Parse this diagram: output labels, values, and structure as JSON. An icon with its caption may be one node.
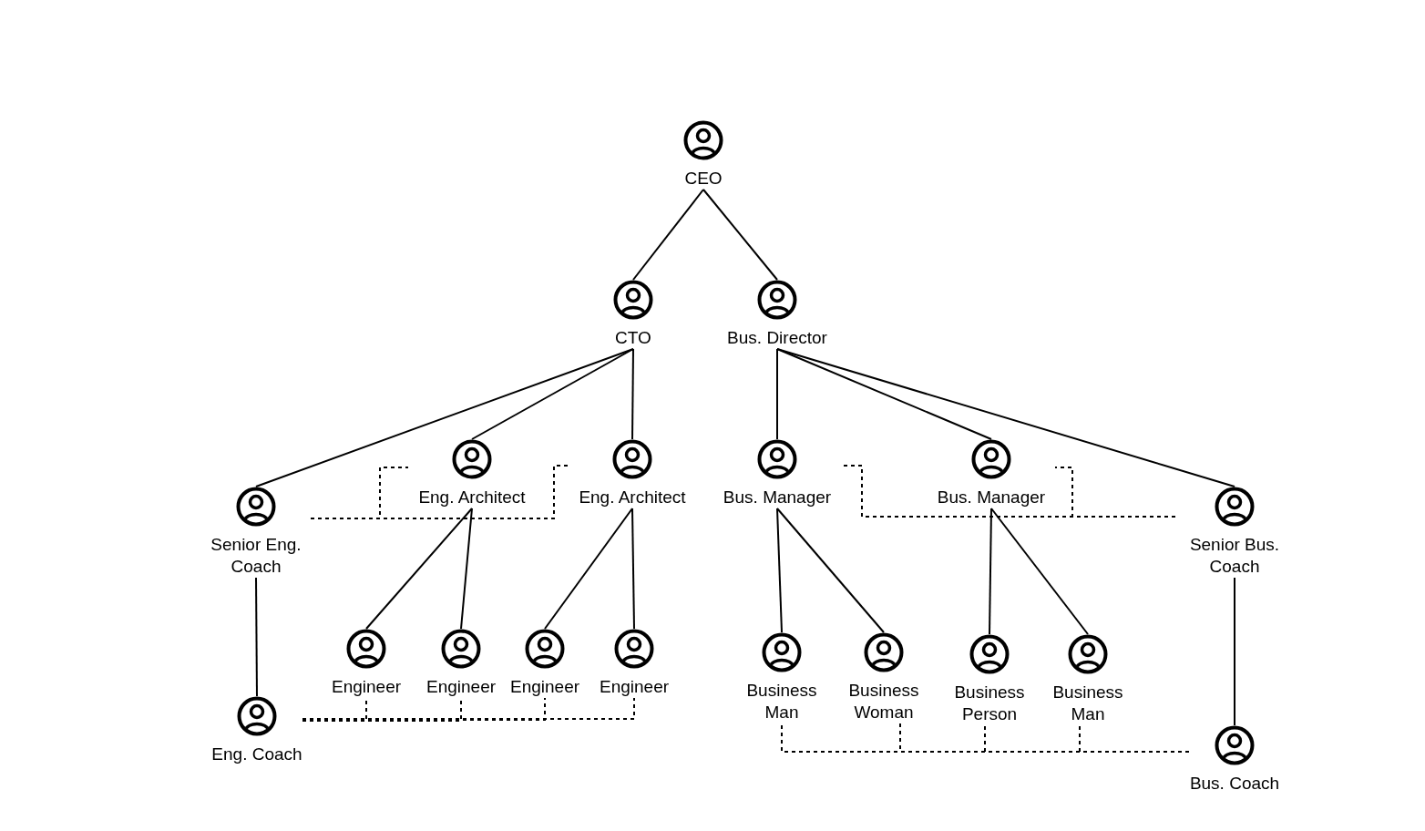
{
  "diagram": {
    "nodes": [
      {
        "text": [
          "CEO"
        ]
      },
      {
        "text": [
          "CTO"
        ]
      },
      {
        "text": [
          "Bus. Director"
        ]
      },
      {
        "text": [
          "Senior Eng. Coach"
        ]
      },
      {
        "text": [
          "Eng. Architect"
        ]
      },
      {
        "text": [
          "Eng. Architect"
        ]
      },
      {
        "text": [
          "Bus. Manager"
        ]
      },
      {
        "text": [
          "Bus. Manager"
        ]
      },
      {
        "text": [
          "Senior Bus. Coach"
        ]
      },
      {
        "text": [
          "Engineer"
        ]
      },
      {
        "text": [
          "Engineer"
        ]
      },
      {
        "text": [
          "Engineer"
        ]
      },
      {
        "text": [
          "Engineer"
        ]
      },
      {
        "text": [
          "Business Man"
        ]
      },
      {
        "text": [
          "Business Woman"
        ]
      },
      {
        "text": [
          "Business Person"
        ]
      },
      {
        "text": [
          "Business Man"
        ]
      },
      {
        "text": [
          "Eng. Coach"
        ]
      },
      {
        "text": [
          "Bus. Coach"
        ]
      }
    ],
    "edges": [
      {
        "from": 0,
        "to": 1,
        "arrow": "none"
      },
      {
        "from": 0,
        "to": 2,
        "arrow": "none"
      },
      {
        "from": 1,
        "to": 3,
        "arrow": "none"
      },
      {
        "from": 1,
        "to": 4,
        "arrow": "none"
      },
      {
        "from": 1,
        "to": 5,
        "arrow": "none"
      },
      {
        "from": 2,
        "to": 6,
        "arrow": "none"
      },
      {
        "from": 2,
        "to": 7,
        "arrow": "none"
      },
      {
        "from": 2,
        "to": 8,
        "arrow": "none"
      },
      {
        "from": 3,
        "to": 4,
        "arrow": "none",
        "style": "dashed"
      },
      {
        "from": 3,
        "to": 5,
        "arrow": "none",
        "style": "dashed"
      },
      {
        "from": 8,
        "to": 6,
        "arrow": "none",
        "style": "dashed"
      },
      {
        "from": 8,
        "to": 7,
        "arrow": "none",
        "style": "dashed"
      },
      {
        "from": 3,
        "to": 17,
        "arrow": "none"
      },
      {
        "from": 4,
        "to": 9,
        "arrow": "none"
      },
      {
        "from": 4,
        "to": 10,
        "arrow": "none"
      },
      {
        "from": 5,
        "to": 11,
        "arrow": "none"
      },
      {
        "from": 5,
        "to": 12,
        "arrow": "none"
      },
      {
        "from": 6,
        "to": 13,
        "arrow": "none"
      },
      {
        "from": 6,
        "to": 14,
        "arrow": "none"
      },
      {
        "from": 7,
        "to": 15,
        "arrow": "none"
      },
      {
        "from": 7,
        "to": 16,
        "arrow": "none"
      },
      {
        "from": 8,
        "to": 18,
        "arrow": "none"
      },
      {
        "from": 17,
        "to": 9,
        "arrow": "none",
        "style": "dashed"
      },
      {
        "from": 17,
        "to": 10,
        "arrow": "none",
        "style": "dashed"
      },
      {
        "from": 17,
        "to": 11,
        "arrow": "none",
        "style": "dashed"
      },
      {
        "from": 17,
        "to": 12,
        "arrow": "none",
        "style": "dashed"
      },
      {
        "from": 18,
        "to": 13,
        "arrow": "none",
        "style": "dashed"
      },
      {
        "from": 18,
        "to": 14,
        "arrow": "none",
        "style": "dashed"
      },
      {
        "from": 18,
        "to": 15,
        "arrow": "none",
        "style": "dashed"
      },
      {
        "from": 18,
        "to": 16,
        "arrow": "none",
        "style": "dashed"
      }
    ]
  }
}
